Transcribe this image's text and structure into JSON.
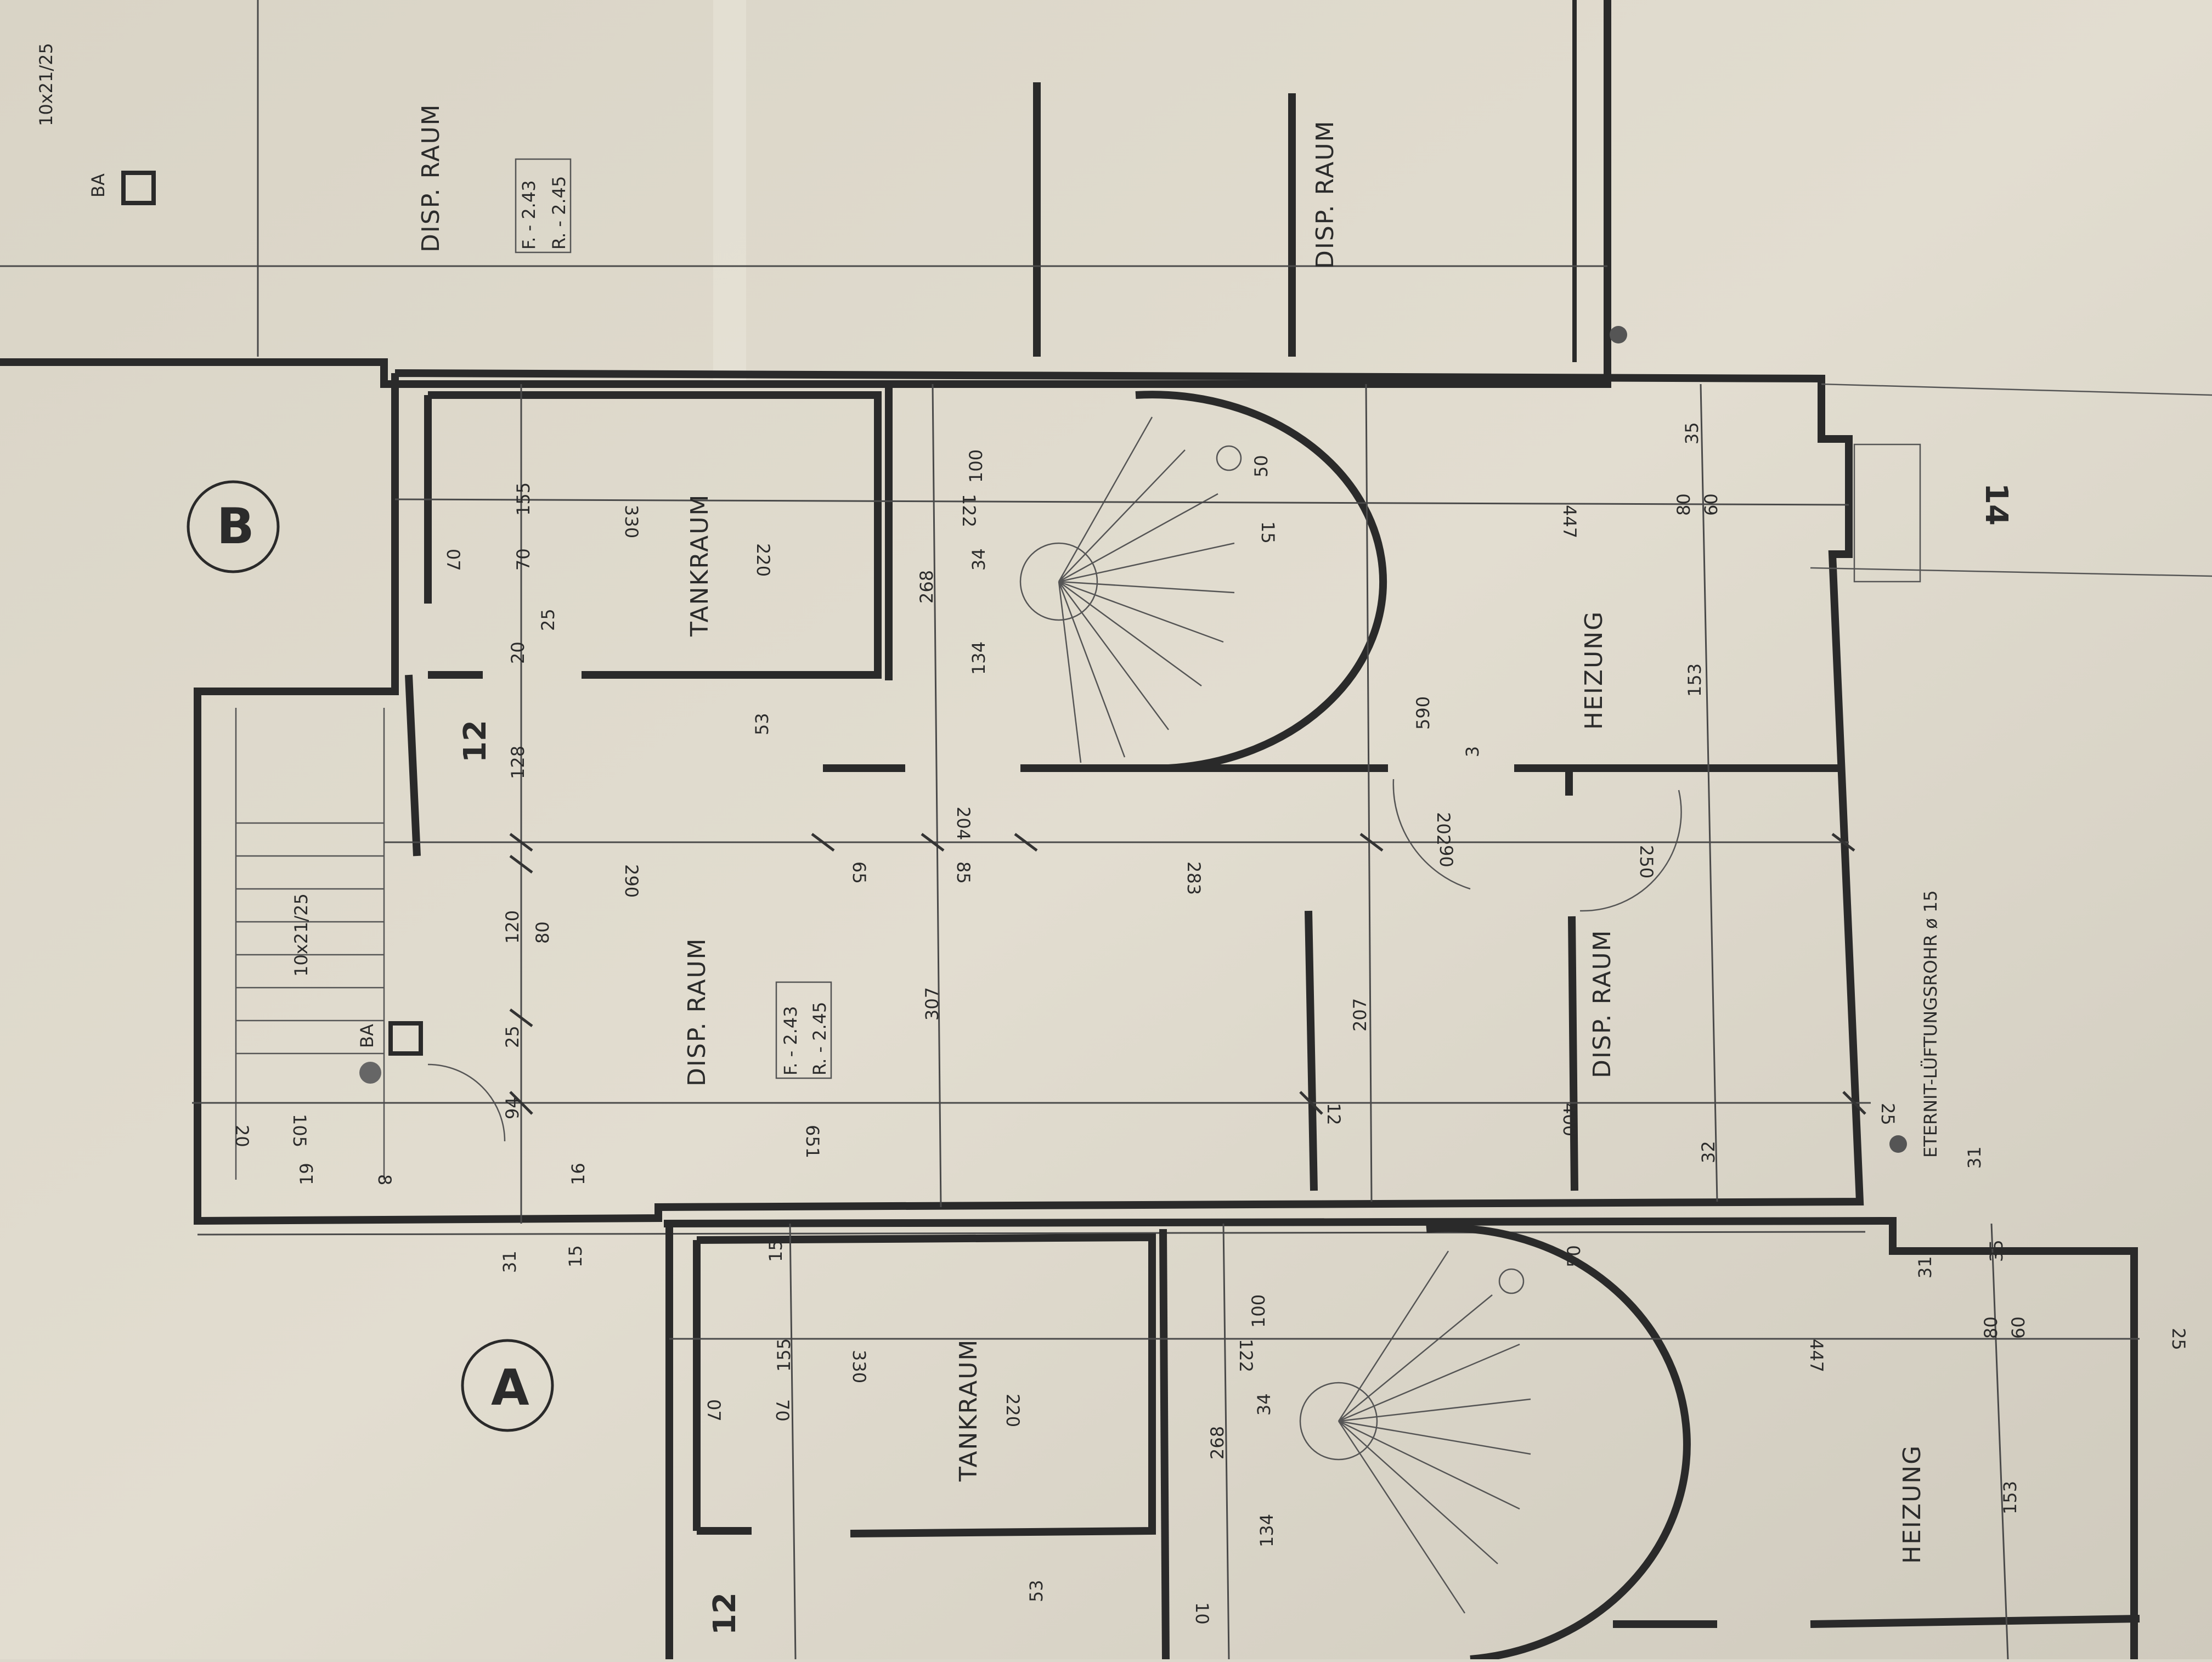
{
  "plan": {
    "upper_unit": {
      "letter": "B",
      "rooms": {
        "disp_raum_left": "DISP. RAUM",
        "disp_raum_right": "DISP. RAUM",
        "tankraum": "TANKRAUM",
        "heizung": "HEIZUNG"
      },
      "level_label": "12",
      "stair_label": "10x21/25",
      "ba_label": "BA",
      "level_f": "F. - 2.43",
      "level_r": "R. - 2.45",
      "dims": [
        "307",
        "651",
        "290",
        "120",
        "80",
        "25",
        "94",
        "105",
        "20",
        "19",
        "8",
        "31",
        "15",
        "16",
        "330",
        "155",
        "70",
        "07",
        "220",
        "53",
        "128",
        "20",
        "25",
        "268",
        "100",
        "122",
        "34",
        "134",
        "204",
        "85",
        "65",
        "283",
        "207",
        "12",
        "400",
        "590",
        "202",
        "90",
        "250",
        "447",
        "153",
        "80",
        "60",
        "35",
        "31",
        "25",
        "32",
        "50",
        "3",
        "15"
      ]
    },
    "lower_unit": {
      "letter": "A",
      "rooms": {
        "tankraum": "TANKRAUM",
        "heizung": "HEIZUNG"
      },
      "level_label": "12",
      "dims": [
        "330",
        "155",
        "70",
        "07",
        "220",
        "268",
        "100",
        "122",
        "34",
        "134",
        "447",
        "153",
        "80",
        "60",
        "35",
        "31",
        "25",
        "53",
        "15",
        "10",
        "50"
      ]
    },
    "top_unit": {
      "rooms": {
        "disp_raum_left": "DISP. RAUM",
        "disp_raum_right": "DISP. RAUM"
      },
      "stair_label": "10x21/25",
      "ba_label": "BA",
      "level_f": "F. - 2.43",
      "level_r": "R. - 2.45"
    },
    "pipe_note": "ETERNIT-LÜFTUNGSROHR  ø 15",
    "sheet_mark": "14"
  }
}
